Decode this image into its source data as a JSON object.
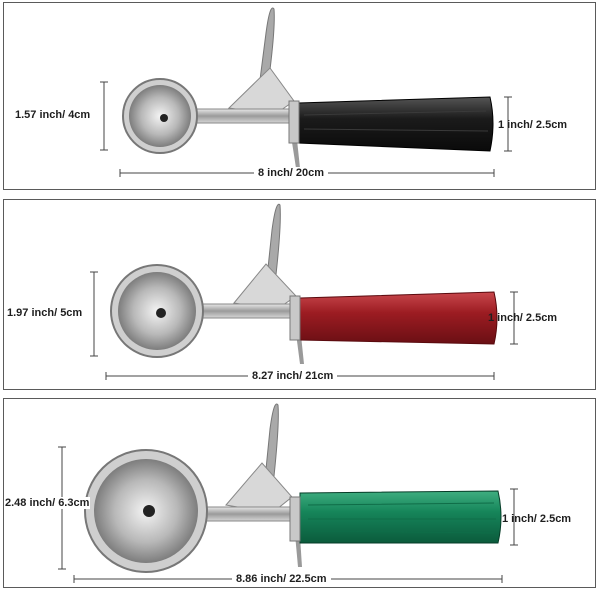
{
  "scoops": [
    {
      "bowl_diameter": "1.57 inch/ 4cm",
      "handle_diameter": "1 inch/ 2.5cm",
      "total_length": "8 inch/ 20cm",
      "handle_color": "#1b1b1b"
    },
    {
      "bowl_diameter": "1.97 inch/ 5cm",
      "handle_diameter": "1 inch/ 2.5cm",
      "total_length": "8.27 inch/ 21cm",
      "handle_color": "#9c1c22"
    },
    {
      "bowl_diameter": "2.48 inch/ 6.3cm",
      "handle_diameter": "1 inch/ 2.5cm",
      "total_length": "8.86 inch/ 22.5cm",
      "handle_color": "#16855a"
    }
  ]
}
